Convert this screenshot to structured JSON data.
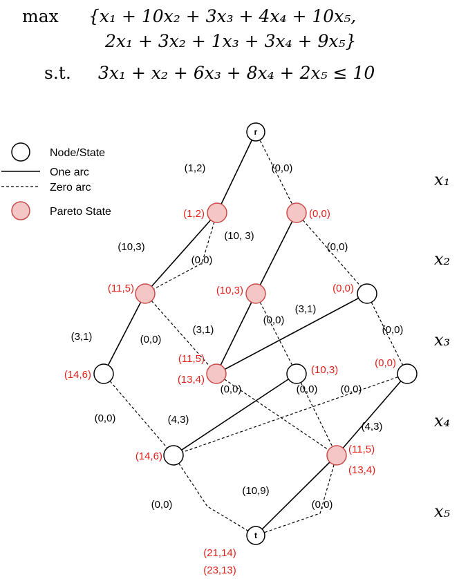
{
  "problem": {
    "max_keyword": "max",
    "objective_line1": "{x₁ + 10x₂ + 3x₃ + 4x₄ + 10x₅,",
    "objective_line2": "2x₁ + 3x₂ + 1x₃ + 3x₄ + 9x₅}",
    "st_keyword": "s.t.",
    "constraint": "3x₁ + x₂ + 6x₃ + 8x₄ + 2x₅ ≤ 10"
  },
  "legend": {
    "node": "Node/State",
    "one_arc": "One arc",
    "zero_arc": "Zero arc",
    "pareto": "Pareto State"
  },
  "layers": [
    "x₁",
    "x₂",
    "x₃",
    "x₄",
    "x₅"
  ],
  "colors": {
    "pareto_fill": "#f5c6c6",
    "pareto_stroke": "#c84a4a",
    "state_label": "#e0201b",
    "line": "#000000"
  },
  "nodes": [
    {
      "id": "r",
      "letter": "r",
      "pareto": false
    },
    {
      "id": "a1",
      "letter": "",
      "pareto": true,
      "states": [
        "(1,2)"
      ]
    },
    {
      "id": "a0",
      "letter": "",
      "pareto": true,
      "states": [
        "(0,0)"
      ]
    },
    {
      "id": "b1",
      "letter": "",
      "pareto": true,
      "states": [
        "(11,5)"
      ]
    },
    {
      "id": "b2",
      "letter": "",
      "pareto": true,
      "states": [
        "(10,3)"
      ]
    },
    {
      "id": "b3",
      "letter": "",
      "pareto": false,
      "states": [
        "(0,0)"
      ]
    },
    {
      "id": "c1",
      "letter": "",
      "pareto": false,
      "states": [
        "(14,6)"
      ]
    },
    {
      "id": "c2",
      "letter": "",
      "pareto": true,
      "states": [
        "(11,5)",
        "(13,4)"
      ]
    },
    {
      "id": "c3",
      "letter": "",
      "pareto": false,
      "states": [
        "(10,3)"
      ]
    },
    {
      "id": "c4",
      "letter": "",
      "pareto": false,
      "states": [
        "(0,0)"
      ]
    },
    {
      "id": "d1",
      "letter": "",
      "pareto": false,
      "states": [
        "(14,6)"
      ]
    },
    {
      "id": "d2",
      "letter": "",
      "pareto": true,
      "states": [
        "(11,5)",
        "(13,4)"
      ]
    },
    {
      "id": "t",
      "letter": "t",
      "pareto": false,
      "states": [
        "(21,14)",
        "(23,13)"
      ]
    }
  ],
  "arcs": [
    {
      "from": "r",
      "to": "a1",
      "type": "one",
      "label": "(1,2)"
    },
    {
      "from": "r",
      "to": "a0",
      "type": "zero",
      "label": "(0,0)"
    },
    {
      "from": "a1",
      "to": "b1",
      "type": "one",
      "label": "(10,3)"
    },
    {
      "from": "a1",
      "to": "b1",
      "type": "zero",
      "label": "(0,0)"
    },
    {
      "from": "a0",
      "to": "b2",
      "type": "one",
      "label": "(10, 3)"
    },
    {
      "from": "a0",
      "to": "b3",
      "type": "zero",
      "label": "(0,0)"
    },
    {
      "from": "b1",
      "to": "c1",
      "type": "one",
      "label": "(3,1)"
    },
    {
      "from": "b1",
      "to": "c2",
      "type": "zero",
      "label": "(0,0)"
    },
    {
      "from": "b2",
      "to": "c2",
      "type": "one",
      "label": "(3,1)"
    },
    {
      "from": "b2",
      "to": "c3",
      "type": "zero",
      "label": "(0,0)"
    },
    {
      "from": "b3",
      "to": "c2",
      "type": "one",
      "label": "(3,1)"
    },
    {
      "from": "b3",
      "to": "c4",
      "type": "zero",
      "label": "(0,0)"
    },
    {
      "from": "c1",
      "to": "d1",
      "type": "zero",
      "label": "(0,0)"
    },
    {
      "from": "c2",
      "to": "d2",
      "type": "zero",
      "label": "(0,0)"
    },
    {
      "from": "c3",
      "to": "d1",
      "type": "one",
      "label": "(4,3)"
    },
    {
      "from": "c3",
      "to": "d2",
      "type": "zero",
      "label": "(0,0)"
    },
    {
      "from": "c4",
      "to": "d1",
      "type": "zero",
      "label": "(0,0)"
    },
    {
      "from": "c4",
      "to": "d2",
      "type": "one",
      "label": "(4,3)"
    },
    {
      "from": "d1",
      "to": "t",
      "type": "zero",
      "label": "(0,0)"
    },
    {
      "from": "d2",
      "to": "t",
      "type": "one",
      "label": "(10,9)"
    },
    {
      "from": "d2",
      "to": "t",
      "type": "zero",
      "label": "(0,0)"
    }
  ]
}
